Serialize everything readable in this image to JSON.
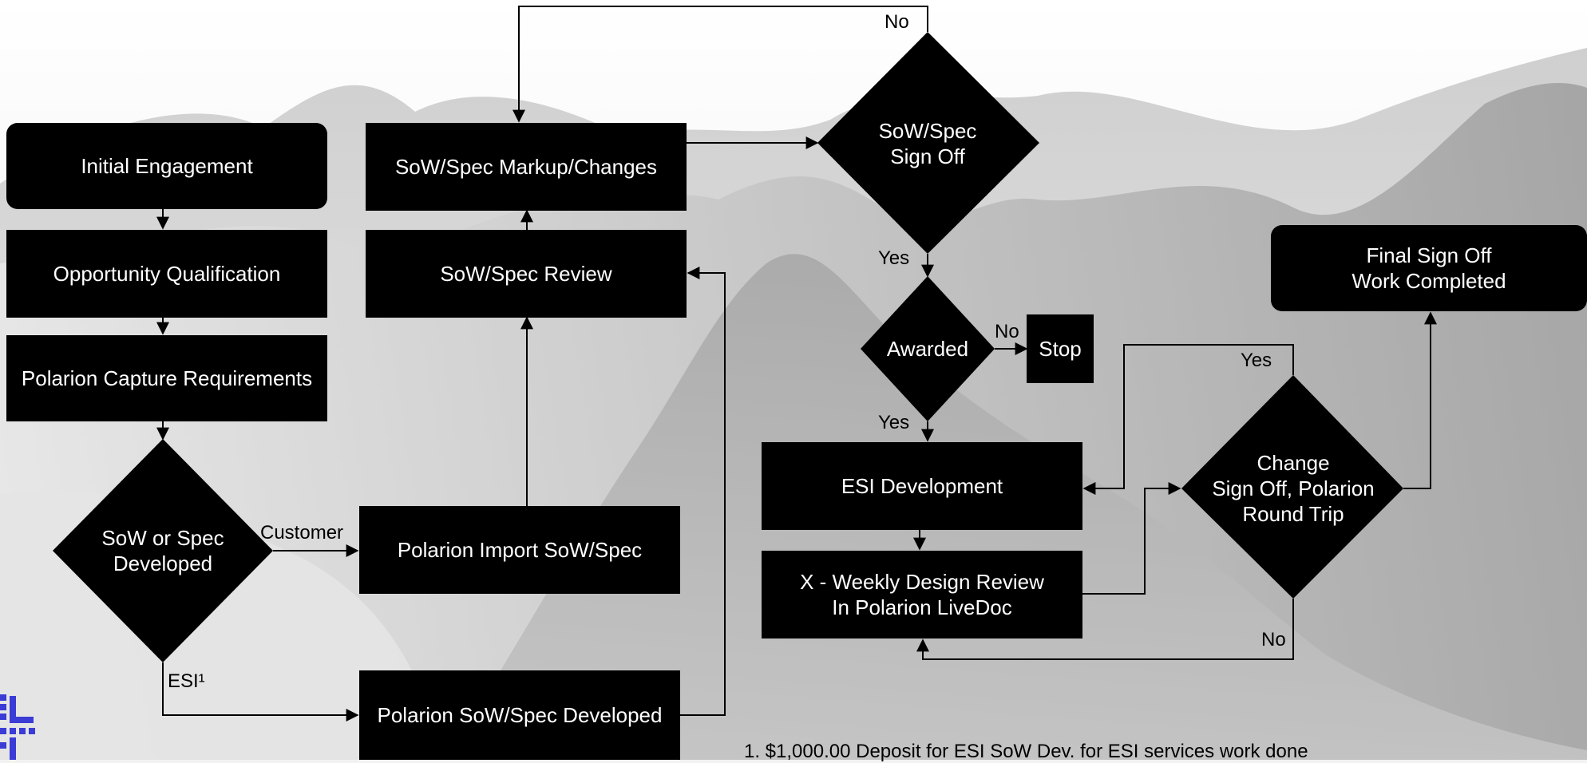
{
  "nodes": {
    "initial_engagement": "Initial Engagement",
    "opportunity_qualification": "Opportunity Qualification",
    "capture_requirements": "Polarion Capture Requirements",
    "sow_or_spec_developed": "SoW or Spec\nDeveloped",
    "import_sow_spec": "Polarion Import SoW/Spec",
    "sow_spec_developed": "Polarion SoW/Spec Developed",
    "sow_spec_review": "SoW/Spec Review",
    "sow_spec_markup": "SoW/Spec Markup/Changes",
    "sow_spec_sign_off": "SoW/Spec\nSign Off",
    "awarded": "Awarded",
    "stop": "Stop",
    "esi_development": "ESI Development",
    "weekly_design_review": "X - Weekly Design Review\nIn Polarion LiveDoc",
    "change_sign_off": "Change\nSign Off, Polarion\nRound Trip",
    "final_sign_off": "Final Sign Off\nWork Completed"
  },
  "edge_labels": {
    "customer": "Customer",
    "esi": "ESI¹",
    "signoff_no": "No",
    "signoff_yes": "Yes",
    "awarded_no": "No",
    "awarded_yes": "Yes",
    "change_yes": "Yes",
    "change_no": "No"
  },
  "footnote": "1. $1,000.00 Deposit for ESI SoW Dev. for ESI services work done",
  "colors": {
    "node_fill": "#000000",
    "node_text": "#ffffff",
    "logo": "#3b3bd6"
  }
}
